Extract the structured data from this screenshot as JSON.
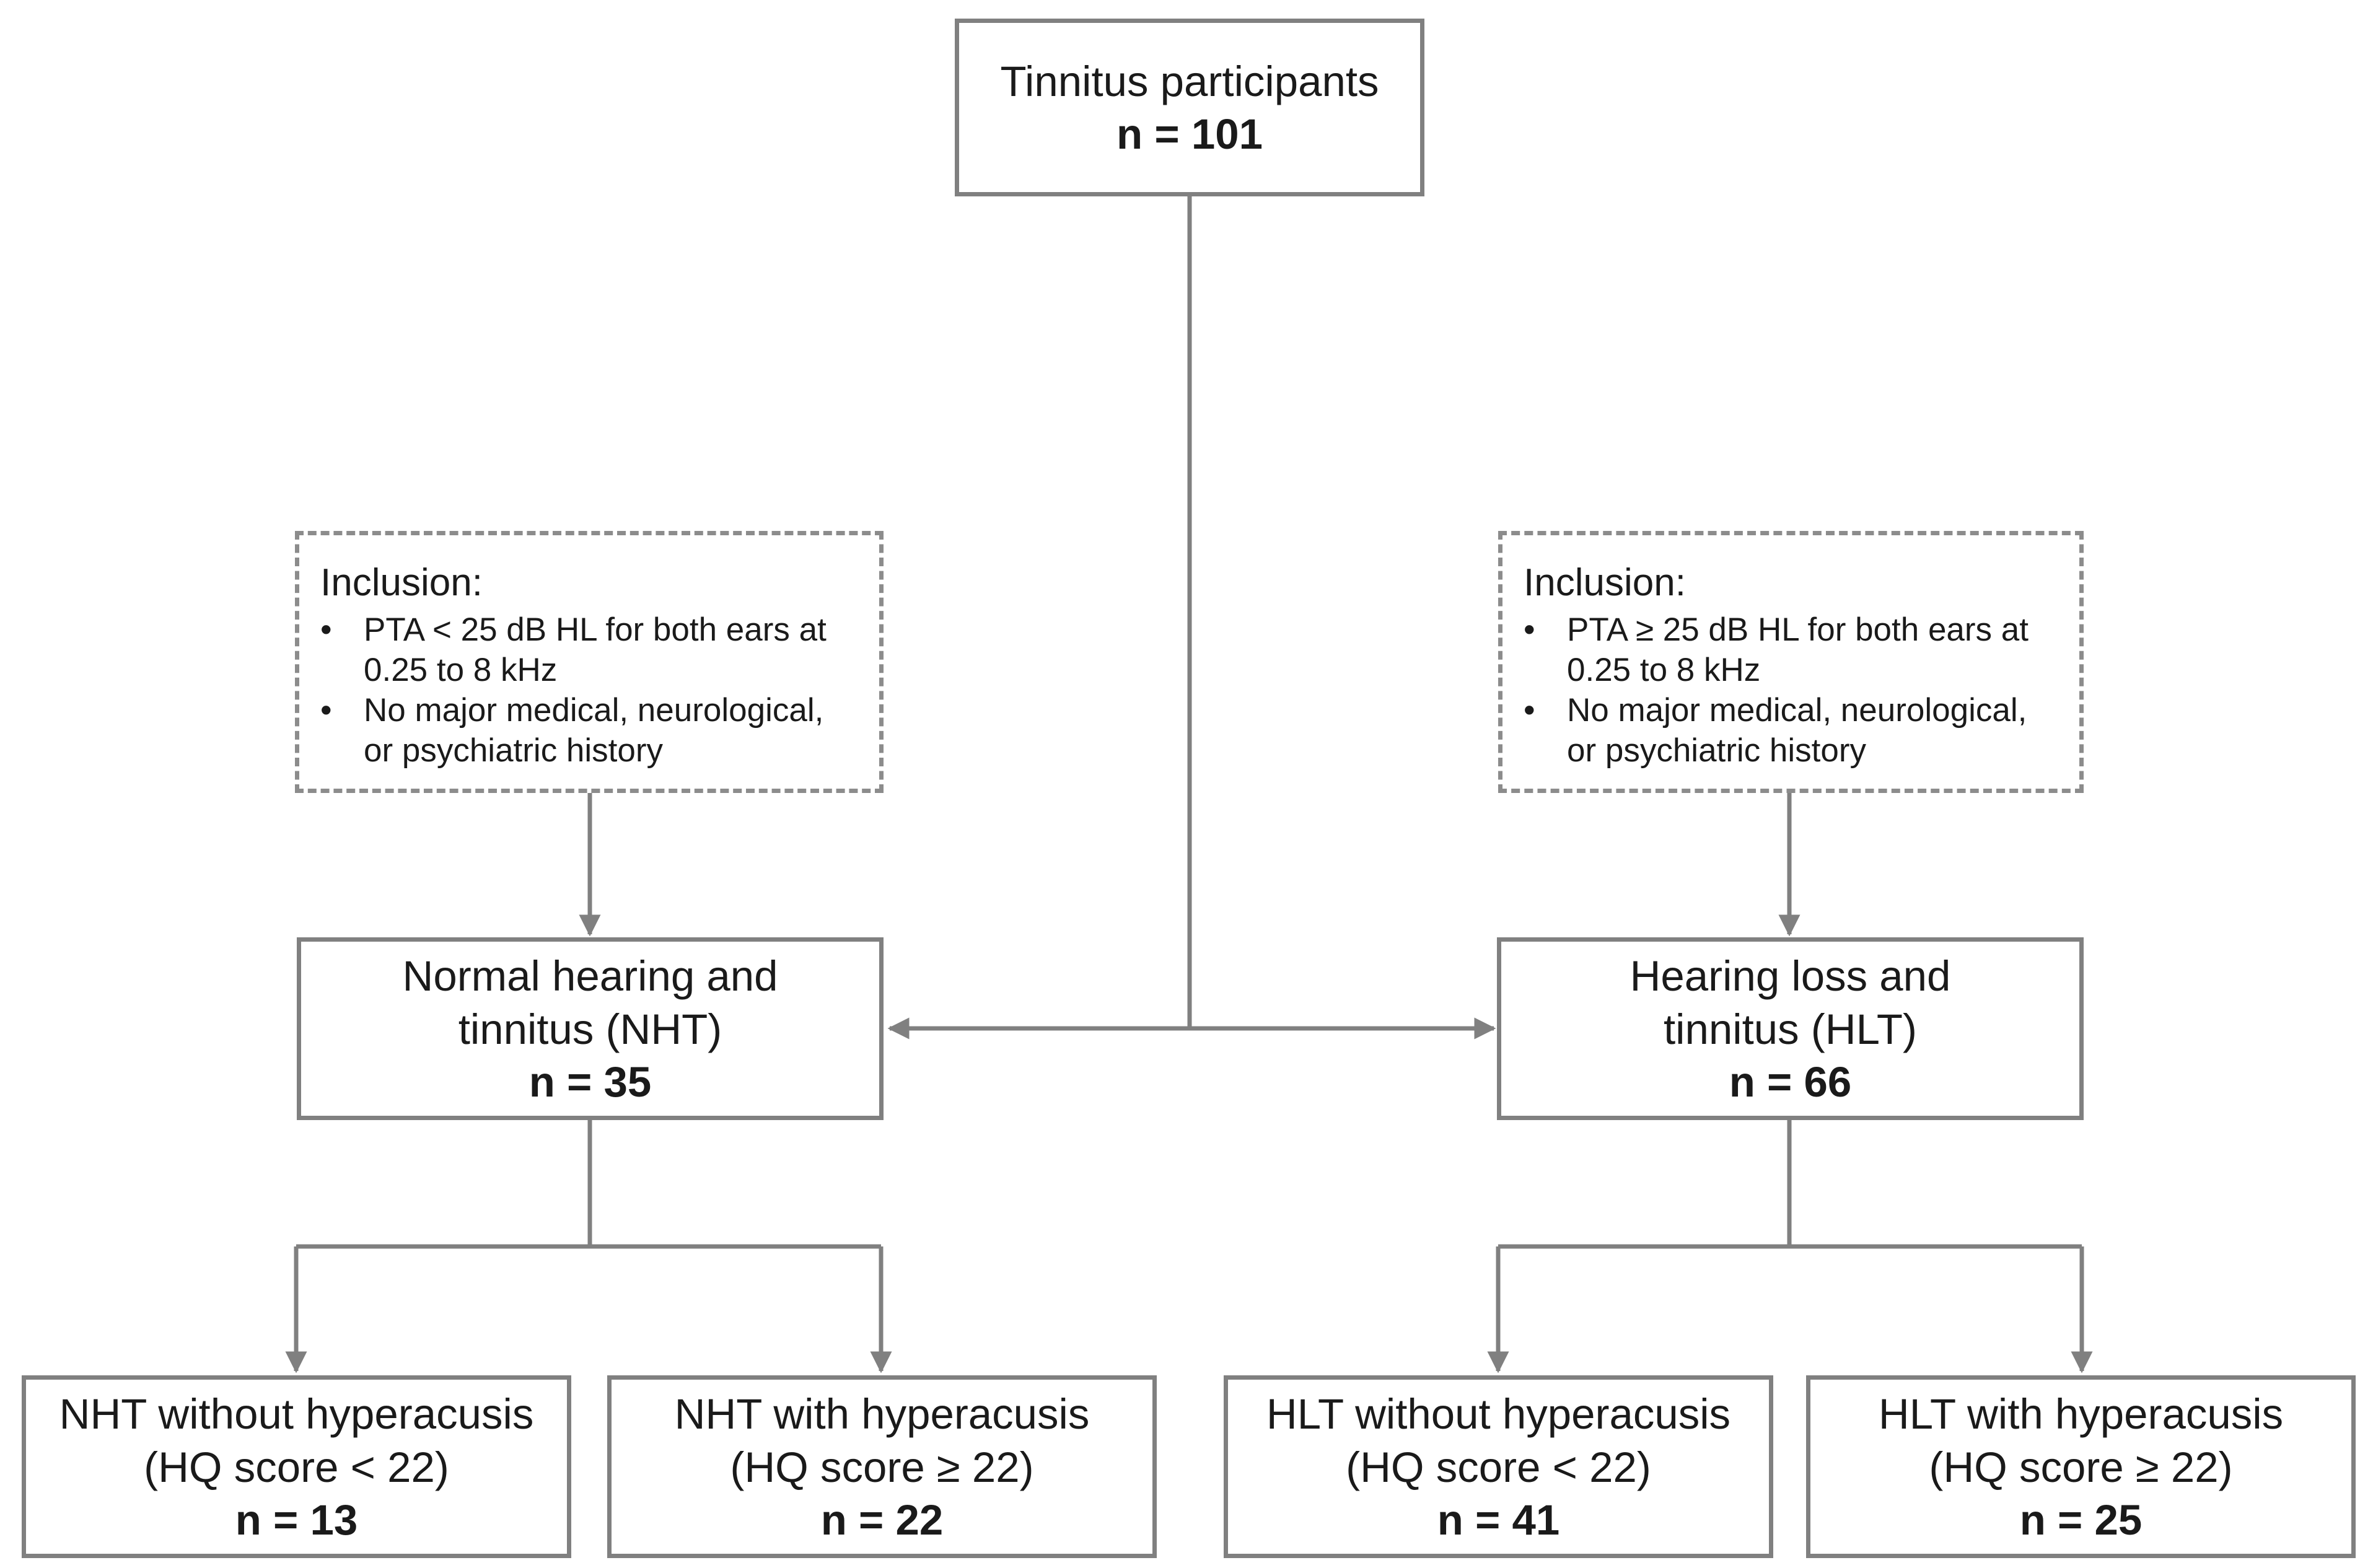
{
  "root": {
    "label": "Tinnitus participants",
    "count": "n = 101"
  },
  "inclusion_left": {
    "heading": "Inclusion:",
    "items": [
      {
        "line1": "PTA < 25 dB HL for both ears at",
        "line2": "0.25 to 8 kHz"
      },
      {
        "line1": "No major medical, neurological,",
        "line2": "or psychiatric history"
      }
    ]
  },
  "inclusion_right": {
    "heading": "Inclusion:",
    "items": [
      {
        "line1": "PTA ≥ 25 dB HL for both ears at",
        "line2": "0.25 to 8 kHz"
      },
      {
        "line1": "No major medical, neurological,",
        "line2": "or psychiatric history"
      }
    ]
  },
  "bullet_char": "•",
  "nht": {
    "line1": "Normal hearing and",
    "line2": "tinnitus (NHT)",
    "count": "n = 35"
  },
  "hlt": {
    "line1": "Hearing loss and",
    "line2": "tinnitus (HLT)",
    "count": "n = 66"
  },
  "nht_without": {
    "line1": "NHT without hyperacusis",
    "line2": "(HQ score < 22)",
    "count": "n = 13"
  },
  "nht_with": {
    "line1": "NHT with hyperacusis",
    "line2": "(HQ score ≥ 22)",
    "count": "n = 22"
  },
  "hlt_without": {
    "line1": "HLT without hyperacusis",
    "line2": "(HQ score < 22)",
    "count": "n = 41"
  },
  "hlt_with": {
    "line1": "HLT with hyperacusis",
    "line2": "(HQ score ≥ 22)",
    "count": "n = 25"
  },
  "colors": {
    "line": "#808080",
    "box_border": "#808080",
    "dashed_border": "#8c8c8c",
    "text": "#1a1a1a"
  }
}
